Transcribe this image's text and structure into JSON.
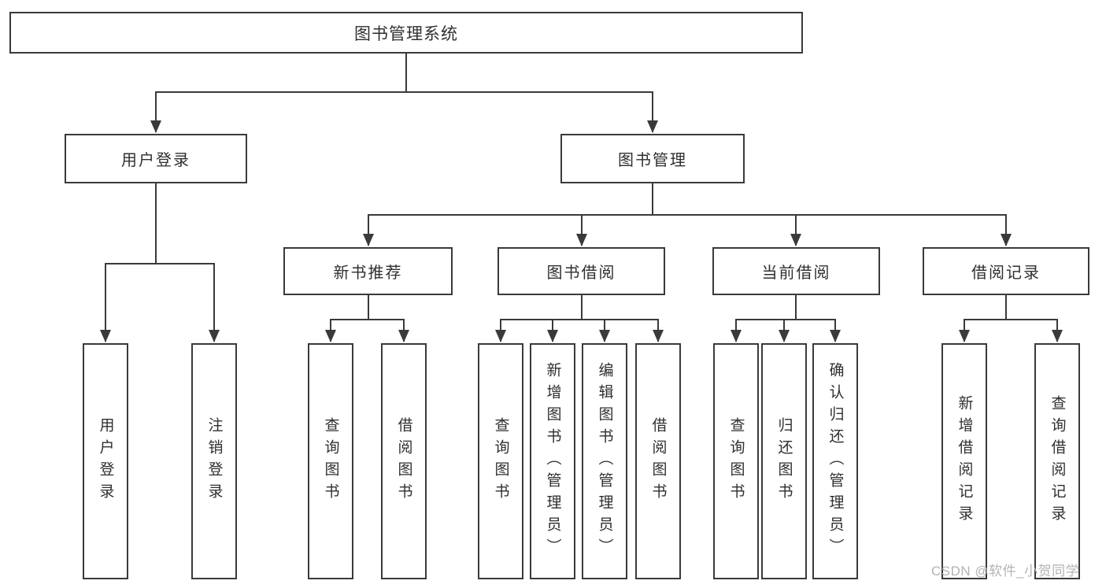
{
  "diagram_type": "hierarchy",
  "colors": {
    "line": "#3a3a3a",
    "box_border": "#3a3a3a",
    "text": "#2f2f2f",
    "watermark": "#b3b3b3",
    "background": "#ffffff"
  },
  "tree": {
    "label": "图书管理系统",
    "children": [
      {
        "label": "用户登录",
        "children": [
          {
            "label": "用户登录"
          },
          {
            "label": "注销登录"
          }
        ]
      },
      {
        "label": "图书管理",
        "children": [
          {
            "label": "新书推荐",
            "children": [
              {
                "label": "查询图书"
              },
              {
                "label": "借阅图书"
              }
            ]
          },
          {
            "label": "图书借阅",
            "children": [
              {
                "label": "查询图书"
              },
              {
                "label": "新增图书（管理员）"
              },
              {
                "label": "编辑图书（管理员）"
              },
              {
                "label": "借阅图书"
              }
            ]
          },
          {
            "label": "当前借阅",
            "children": [
              {
                "label": "查询图书"
              },
              {
                "label": "归还图书"
              },
              {
                "label": "确认归还（管理员）"
              }
            ]
          },
          {
            "label": "借阅记录",
            "children": [
              {
                "label": "新增借阅记录"
              },
              {
                "label": "查询借阅记录"
              }
            ]
          }
        ]
      }
    ]
  },
  "watermark": {
    "text": "CSDN @软件_小贺同学"
  }
}
